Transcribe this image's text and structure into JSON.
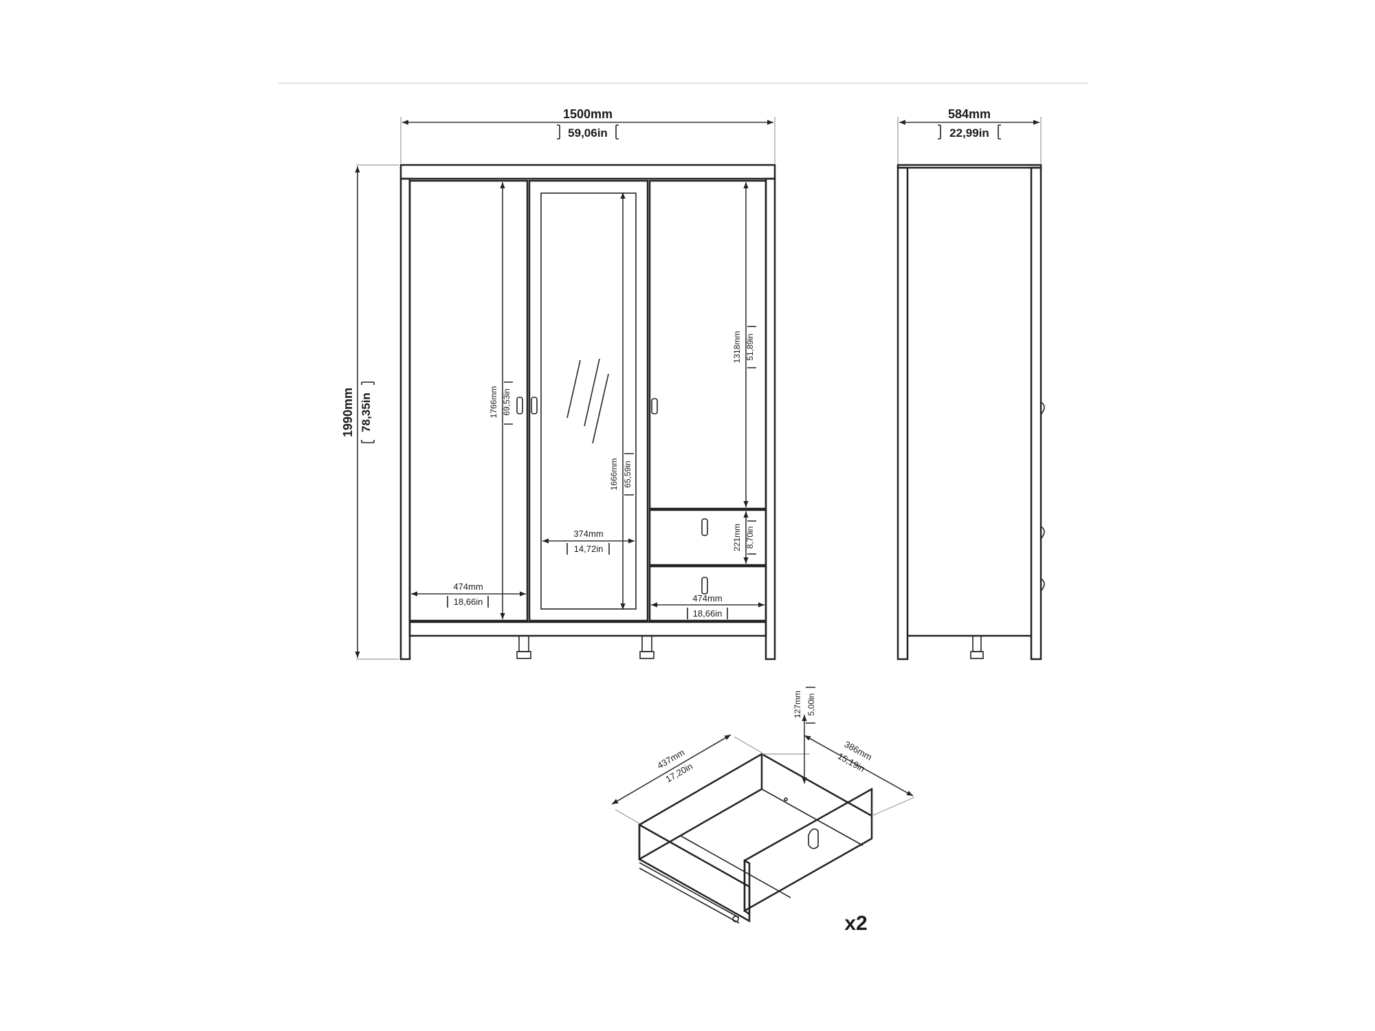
{
  "front": {
    "width": {
      "mm": "1500mm",
      "in": "59,06in"
    },
    "height": {
      "mm": "1990mm",
      "in": "78,35in"
    },
    "left_door_height": {
      "mm": "1766mm",
      "in": "69,53in"
    },
    "left_door_width": {
      "mm": "474mm",
      "in": "18,66in"
    },
    "mirror_height": {
      "mm": "1666mm",
      "in": "65,59in"
    },
    "mirror_width": {
      "mm": "374mm",
      "in": "14,72in"
    },
    "right_door_height": {
      "mm": "1318mm",
      "in": "51,89in"
    },
    "drawer_height": {
      "mm": "221mm",
      "in": "8,70in"
    },
    "drawer_width": {
      "mm": "474mm",
      "in": "18,66in"
    }
  },
  "side": {
    "depth": {
      "mm": "584mm",
      "in": "22,99in"
    }
  },
  "drawer": {
    "width": {
      "mm": "437mm",
      "in": "17,20in"
    },
    "height": {
      "mm": "127mm",
      "in": "5,00in"
    },
    "depth": {
      "mm": "386mm",
      "in": "15,19in"
    },
    "quantity": "x2"
  },
  "colors": {
    "line": "#222222",
    "background": "#ffffff",
    "divider": "#e2e2e2"
  }
}
